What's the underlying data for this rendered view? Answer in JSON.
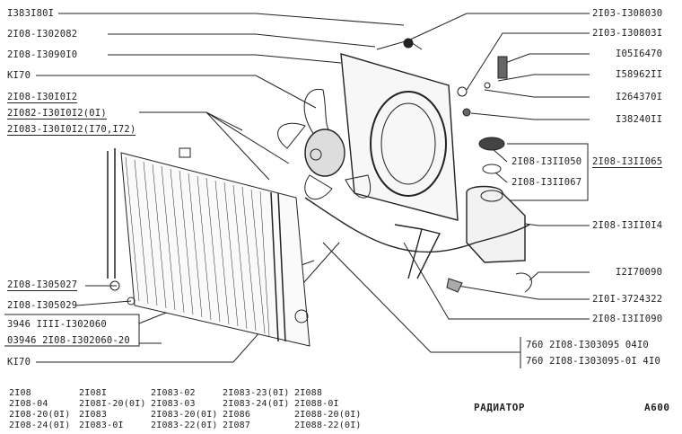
{
  "title": "РАДИАТОР",
  "sheet_code": "A600",
  "left_labels": [
    "I383I80I",
    "2I08-I302082",
    "2I08-I3090I0",
    "KI70",
    "2I08-I30I0I2",
    "2I082-I30I0I2(0I)",
    "2I083-I30I0I2(I70,I72)",
    "2I08-I305027",
    "2I08-I305029",
    "3946  IIII-I302060",
    "03946 2I08-I302060-20",
    "KI70"
  ],
  "right_labels": [
    "2I03-I308030",
    "2I03-I30803I",
    "I05I6470",
    "I58962II",
    "I264370I",
    "I38240II",
    "2I08-I3II050",
    "2I08-I3II065",
    "2I08-I3II067",
    "2I08-I3II0I4",
    "I2I70090",
    "2I0I-3724322",
    "2I08-I3II090"
  ],
  "bottom_refs": [
    "760  2I08-I303095   04I0",
    "760  2I08-I303095-0I 4I0"
  ],
  "models": [
    [
      "2I08",
      "2I08-04",
      "2I08-20(0I)",
      "2I08-24(0I)"
    ],
    [
      "2I08I",
      "2I08I-20(0I)",
      "2I083",
      "2I083-0I"
    ],
    [
      "2I083-02",
      "2I083-03",
      "2I083-20(0I)",
      "2I083-22(0I)"
    ],
    [
      "2I083-23(0I)",
      "2I083-24(0I)",
      "2I086",
      "2I087"
    ],
    [
      "2I088",
      "2I088-0I",
      "2I088-20(0I)",
      "2I088-22(0I)"
    ]
  ]
}
